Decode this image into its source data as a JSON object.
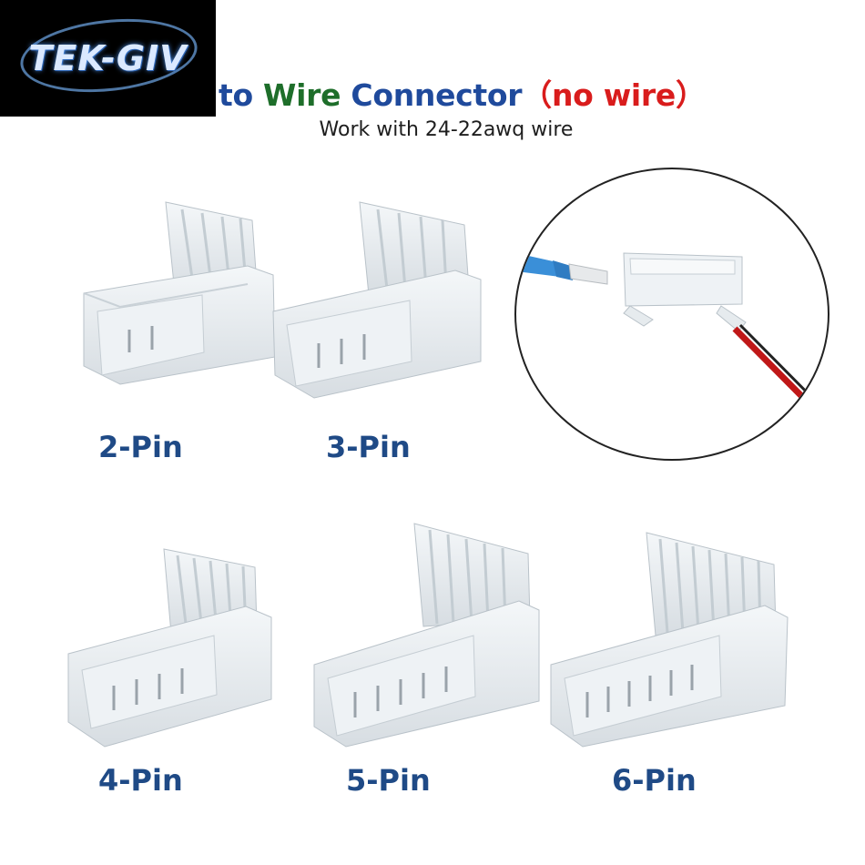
{
  "logo": {
    "text": "TEK-GIV"
  },
  "title": {
    "part1": "to ",
    "part2": "Wire",
    "part3": " Connector",
    "part4": "（no wire）"
  },
  "subtitle": "Work with 24-22awq wire",
  "products": [
    {
      "label": "2-Pin"
    },
    {
      "label": "3-Pin"
    },
    {
      "label": "4-Pin"
    },
    {
      "label": "5-Pin"
    },
    {
      "label": "6-Pin"
    }
  ],
  "colors": {
    "title_blue": "#1f4a9c",
    "title_green": "#1e6e2a",
    "title_red": "#d91c1c",
    "label_blue": "#1f4a86",
    "wire_blue": "#3a8fd8",
    "wire_red": "#c01818"
  }
}
